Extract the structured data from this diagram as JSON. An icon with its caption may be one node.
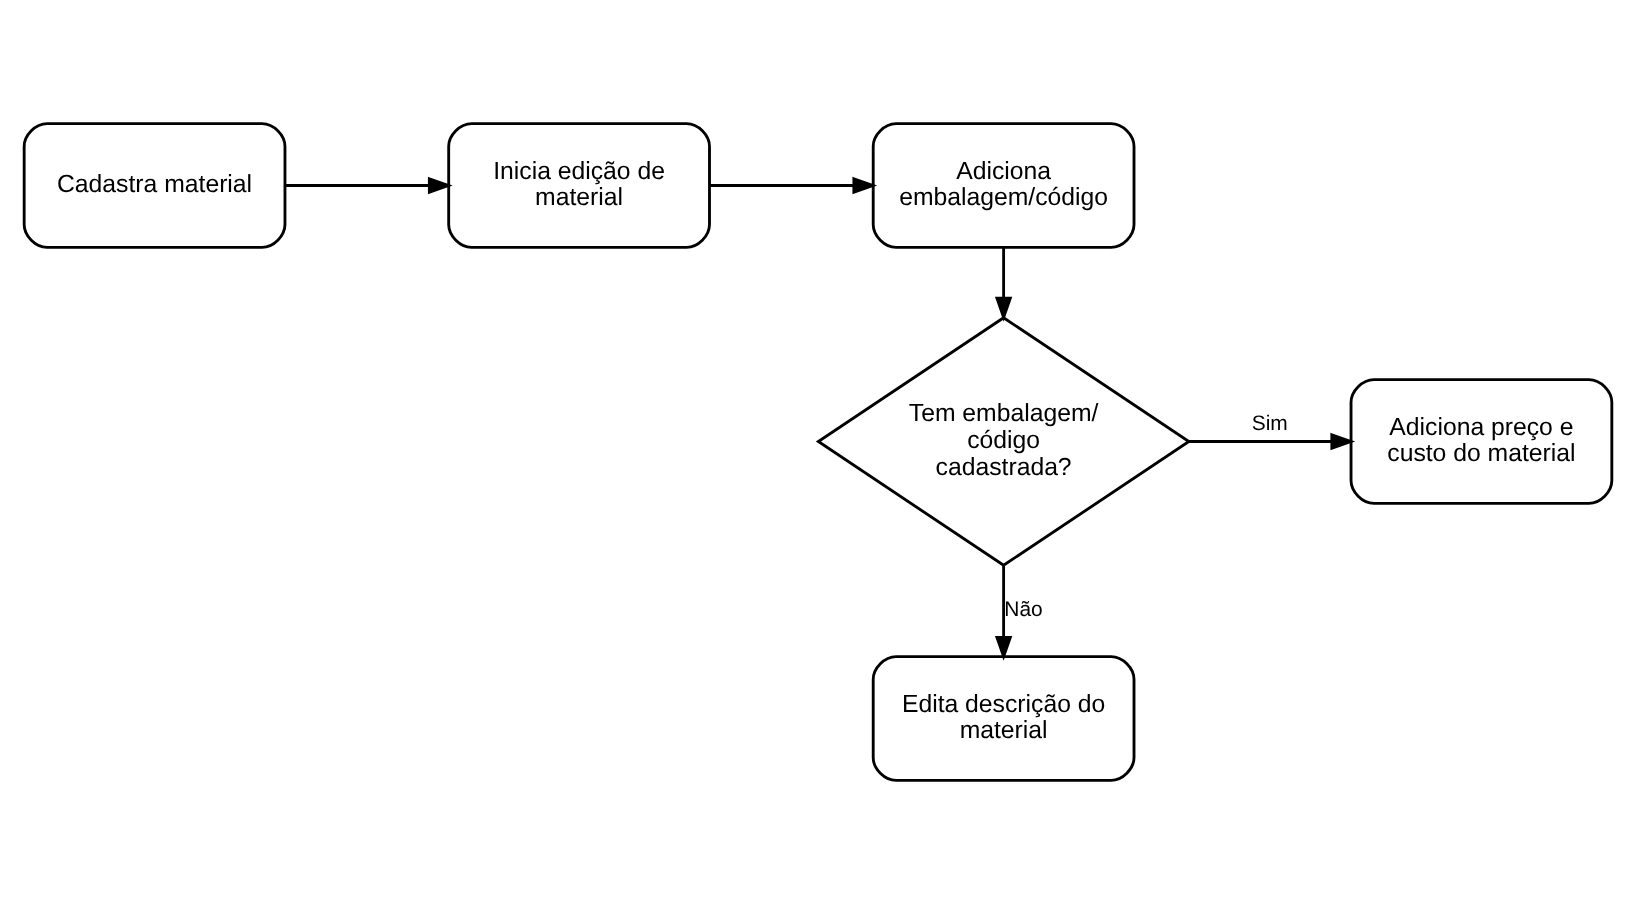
{
  "diagram": {
    "nodes": [
      {
        "text": [
          "Cadastra material"
        ]
      },
      {
        "text": [
          "Inicia edição de material"
        ]
      },
      {
        "text": [
          "Adiciona embalagem/código"
        ]
      },
      {
        "text": [
          "Tem embalagem/código cadastrada?"
        ]
      },
      {
        "text": [
          "Adiciona preço e custo do material"
        ]
      },
      {
        "text": [
          "Edita descrição do material"
        ]
      }
    ],
    "edges": [
      {
        "from": 0,
        "to": 1,
        "arrow": "to"
      },
      {
        "from": 1,
        "to": 2,
        "arrow": "to"
      },
      {
        "from": 2,
        "to": 3,
        "arrow": "to"
      },
      {
        "from": 3,
        "to": 4,
        "arrow": "to",
        "label": "Sim"
      },
      {
        "from": 3,
        "to": 5,
        "arrow": "to",
        "label": "Não"
      }
    ]
  }
}
